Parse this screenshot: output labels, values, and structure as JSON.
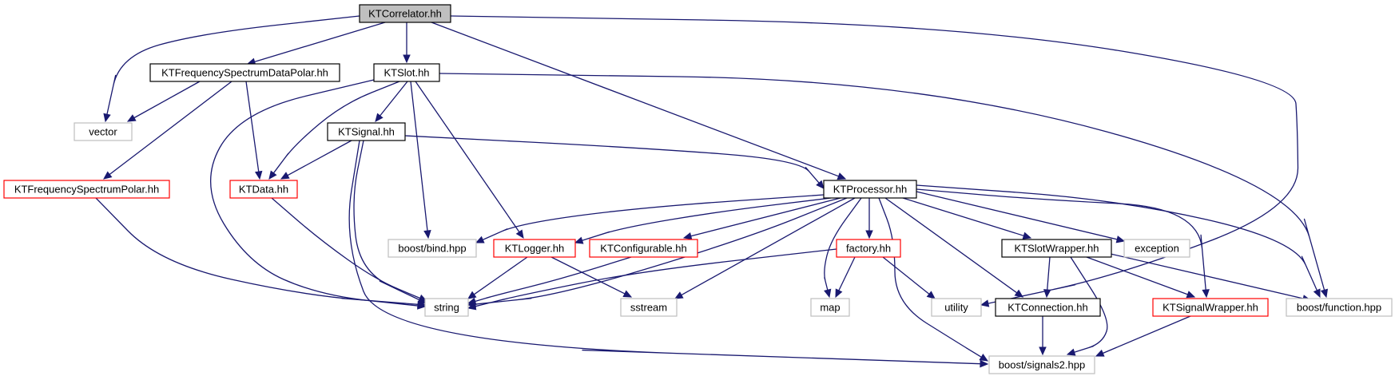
{
  "diagram": {
    "colors": {
      "edge": "#191970",
      "root_fill": "#bfbfbf",
      "documented_border": "#000000",
      "undocumented_border": "#ff0000",
      "external_border": "#bfbfbf"
    },
    "nodes": [
      {
        "id": "correlator",
        "label": "KTCorrelator.hh",
        "kind": "root"
      },
      {
        "id": "vector",
        "label": "vector",
        "kind": "external"
      },
      {
        "id": "fsdp",
        "label": "KTFrequencySpectrumDataPolar.hh",
        "kind": "documented"
      },
      {
        "id": "slot",
        "label": "KTSlot.hh",
        "kind": "documented"
      },
      {
        "id": "signal",
        "label": "KTSignal.hh",
        "kind": "documented"
      },
      {
        "id": "fsp",
        "label": "KTFrequencySpectrumPolar.hh",
        "kind": "undocumented"
      },
      {
        "id": "data",
        "label": "KTData.hh",
        "kind": "undocumented"
      },
      {
        "id": "processor",
        "label": "KTProcessor.hh",
        "kind": "documented"
      },
      {
        "id": "bind",
        "label": "boost/bind.hpp",
        "kind": "external"
      },
      {
        "id": "logger",
        "label": "KTLogger.hh",
        "kind": "undocumented"
      },
      {
        "id": "configurable",
        "label": "KTConfigurable.hh",
        "kind": "undocumented"
      },
      {
        "id": "factory",
        "label": "factory.hh",
        "kind": "undocumented"
      },
      {
        "id": "slotwrapper",
        "label": "KTSlotWrapper.hh",
        "kind": "documented"
      },
      {
        "id": "exception",
        "label": "exception",
        "kind": "external"
      },
      {
        "id": "string",
        "label": "string",
        "kind": "external"
      },
      {
        "id": "sstream",
        "label": "sstream",
        "kind": "external"
      },
      {
        "id": "map",
        "label": "map",
        "kind": "external"
      },
      {
        "id": "utility",
        "label": "utility",
        "kind": "external"
      },
      {
        "id": "connection",
        "label": "KTConnection.hh",
        "kind": "documented"
      },
      {
        "id": "signalwrapper",
        "label": "KTSignalWrapper.hh",
        "kind": "undocumented"
      },
      {
        "id": "function",
        "label": "boost/function.hpp",
        "kind": "external"
      },
      {
        "id": "signals2",
        "label": "boost/signals2.hpp",
        "kind": "external"
      }
    ],
    "edges": [
      {
        "from": "correlator",
        "to": "vector"
      },
      {
        "from": "correlator",
        "to": "fsdp"
      },
      {
        "from": "correlator",
        "to": "slot"
      },
      {
        "from": "correlator",
        "to": "processor"
      },
      {
        "from": "correlator",
        "to": "utility"
      },
      {
        "from": "fsdp",
        "to": "vector"
      },
      {
        "from": "fsdp",
        "to": "fsp"
      },
      {
        "from": "fsdp",
        "to": "data"
      },
      {
        "from": "slot",
        "to": "string"
      },
      {
        "from": "slot",
        "to": "data"
      },
      {
        "from": "slot",
        "to": "signal"
      },
      {
        "from": "slot",
        "to": "bind"
      },
      {
        "from": "slot",
        "to": "logger"
      },
      {
        "from": "slot",
        "to": "function"
      },
      {
        "from": "signal",
        "to": "data"
      },
      {
        "from": "signal",
        "to": "string"
      },
      {
        "from": "signal",
        "to": "signals2"
      },
      {
        "from": "signal",
        "to": "processor"
      },
      {
        "from": "fsp",
        "to": "string"
      },
      {
        "from": "data",
        "to": "string"
      },
      {
        "from": "processor",
        "to": "bind"
      },
      {
        "from": "processor",
        "to": "logger"
      },
      {
        "from": "processor",
        "to": "configurable"
      },
      {
        "from": "processor",
        "to": "string"
      },
      {
        "from": "processor",
        "to": "sstream"
      },
      {
        "from": "processor",
        "to": "map"
      },
      {
        "from": "processor",
        "to": "factory"
      },
      {
        "from": "processor",
        "to": "signals2"
      },
      {
        "from": "processor",
        "to": "connection"
      },
      {
        "from": "processor",
        "to": "slotwrapper"
      },
      {
        "from": "processor",
        "to": "exception"
      },
      {
        "from": "processor",
        "to": "signalwrapper"
      },
      {
        "from": "processor",
        "to": "function"
      },
      {
        "from": "logger",
        "to": "string"
      },
      {
        "from": "logger",
        "to": "sstream"
      },
      {
        "from": "configurable",
        "to": "string"
      },
      {
        "from": "factory",
        "to": "string"
      },
      {
        "from": "factory",
        "to": "map"
      },
      {
        "from": "factory",
        "to": "utility"
      },
      {
        "from": "slotwrapper",
        "to": "connection"
      },
      {
        "from": "slotwrapper",
        "to": "signals2"
      },
      {
        "from": "slotwrapper",
        "to": "signalwrapper"
      },
      {
        "from": "slotwrapper",
        "to": "function"
      },
      {
        "from": "connection",
        "to": "signals2"
      },
      {
        "from": "signalwrapper",
        "to": "signals2"
      }
    ]
  }
}
